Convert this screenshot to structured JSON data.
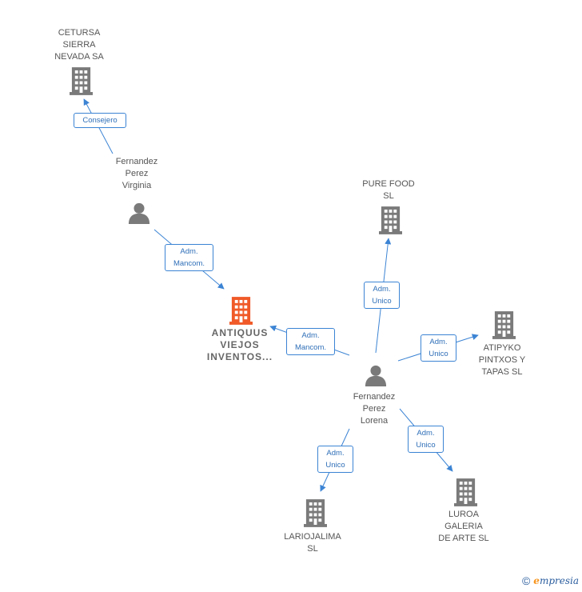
{
  "nodes": {
    "cetursa": {
      "label": "CETURSA\nSIERRA\nNEVADA SA",
      "type": "company",
      "color": "#7a7a7a"
    },
    "virginia": {
      "label": "Fernandez\nPerez\nVirginia",
      "type": "person",
      "color": "#7a7a7a"
    },
    "pure_food": {
      "label": "PURE FOOD\nSL",
      "type": "company",
      "color": "#7a7a7a"
    },
    "antiquus": {
      "label": "ANTIQUUS\nVIEJOS\nINVENTOS...",
      "type": "company",
      "color": "#f05a28",
      "highlight": true
    },
    "atipyko": {
      "label": "ATIPYKO\nPINTXOS Y\nTAPAS  SL",
      "type": "company",
      "color": "#7a7a7a"
    },
    "lorena": {
      "label": "Fernandez\nPerez\nLorena",
      "type": "person",
      "color": "#7a7a7a"
    },
    "lariojalima": {
      "label": "LARIOJALIMA\nSL",
      "type": "company",
      "color": "#7a7a7a"
    },
    "luroa": {
      "label": "LUROA\nGALERIA\nDE ARTE  SL",
      "type": "company",
      "color": "#7a7a7a"
    }
  },
  "edges": {
    "consejero": {
      "label": "Consejero"
    },
    "virginia_antiquus": {
      "label": "Adm.\nMancom."
    },
    "lorena_antiquus": {
      "label": "Adm.\nMancom."
    },
    "lorena_purefood": {
      "label": "Adm.\nUnico"
    },
    "lorena_atipyko": {
      "label": "Adm.\nUnico"
    },
    "lorena_lariojalima": {
      "label": "Adm.\nUnico"
    },
    "lorena_luroa": {
      "label": "Adm.\nUnico"
    }
  },
  "footer": {
    "copyright": "©",
    "brand_initial": "e",
    "brand_rest": "mpresia"
  },
  "colors": {
    "edge": "#3c84d4",
    "accent": "#f05a28",
    "node": "#7a7a7a"
  }
}
